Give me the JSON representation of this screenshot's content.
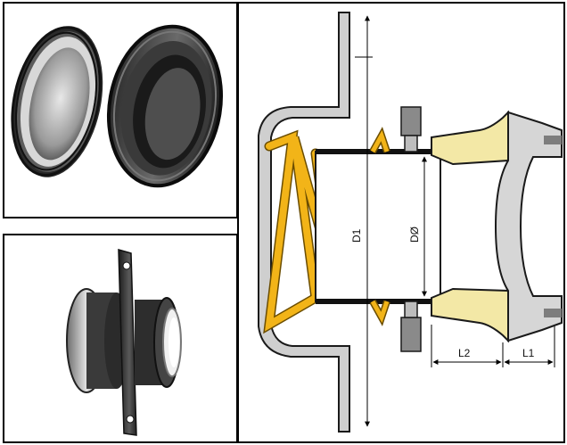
{
  "labels": {
    "d1": "D1",
    "d0": "DØ",
    "l2": "L2",
    "l1": "L1"
  },
  "colors": {
    "spring": "#f2b418",
    "spring_stroke": "#6b4d00",
    "gasket": "#f3e8a6",
    "steel": "#c9c9c9",
    "dark_steel": "#7d7d7d",
    "outline": "#1a1a1a"
  }
}
